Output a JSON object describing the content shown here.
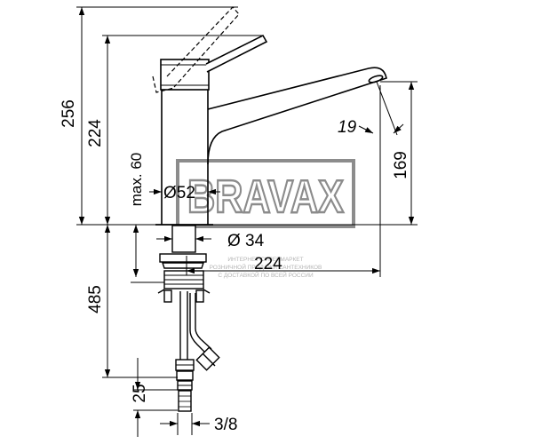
{
  "dimensions": {
    "total_height": "256",
    "spout_height": "224",
    "outlet_height": "169",
    "max_deck": "max. 60",
    "body_diameter": "Ø52",
    "hole_diameter": "Ø 34",
    "spout_reach": "224",
    "outlet_angle": "19",
    "hose_length": "485",
    "connector_length": "25",
    "thread_size": "3/8"
  },
  "watermark": {
    "brand": "BRAVAX",
    "line1": "ИНТЕРНЕТ-СУПЕРМАРКЕТ",
    "line2": "РОЗНИЧНОЙ ПРОДАЖИ САНТЕХНИКОВ",
    "line3": "С ДОСТАВКОЙ ПО ВСЕЙ РОССИИ"
  },
  "colors": {
    "line": "#000000",
    "watermark": "#8c8c8c"
  }
}
